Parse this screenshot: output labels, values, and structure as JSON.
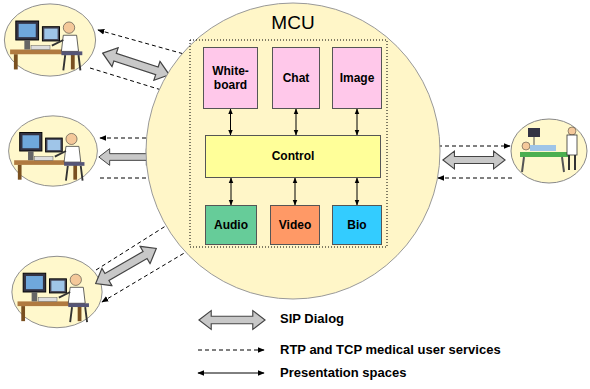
{
  "diagram": {
    "nodes": [
      {
        "text": [
          "MCU"
        ]
      },
      {
        "text": [
          "White- board"
        ],
        "in": 0
      },
      {
        "text": [
          "Chat"
        ],
        "in": 0
      },
      {
        "text": [
          "Image"
        ],
        "in": 0
      },
      {
        "text": [
          "Control"
        ],
        "in": 0
      },
      {
        "text": [
          "Audio"
        ],
        "in": 0
      },
      {
        "text": [
          "Video"
        ],
        "in": 0
      },
      {
        "text": [
          "Bio"
        ],
        "in": 0
      }
    ],
    "edges": [
      {
        "from": 1,
        "to": 4,
        "arrow": "both"
      },
      {
        "from": 2,
        "to": 4,
        "arrow": "both"
      },
      {
        "from": 3,
        "to": 4,
        "arrow": "both"
      },
      {
        "from": 4,
        "to": 5,
        "arrow": "both"
      },
      {
        "from": 4,
        "to": 6,
        "arrow": "both"
      },
      {
        "from": 4,
        "to": 7,
        "arrow": "both"
      }
    ],
    "legend": [
      {
        "text": "SIP Dialog"
      },
      {
        "text": "RTP and TCP medical user services"
      },
      {
        "text": "Presentation spaces"
      }
    ]
  }
}
